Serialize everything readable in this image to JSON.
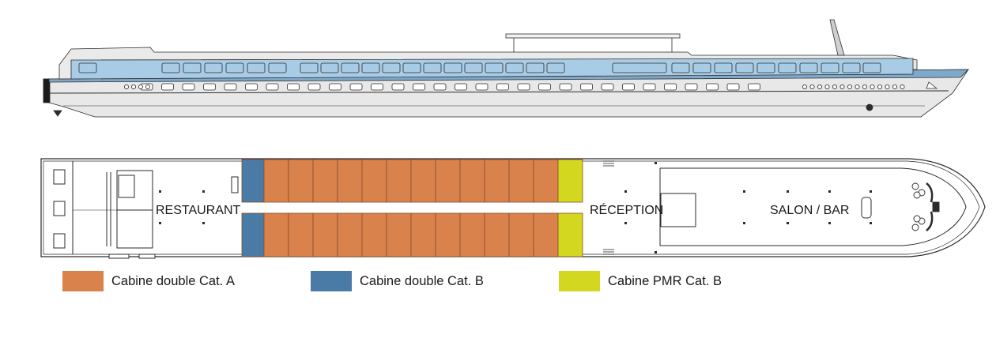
{
  "deck_plan": {
    "labels": {
      "restaurant": "RESTAURANT",
      "reception": "RÉCEPTION",
      "salon": "SALON / BAR"
    },
    "upper_row": [
      "B",
      "A",
      "A",
      "A",
      "A",
      "A",
      "A",
      "A",
      "A",
      "A",
      "A",
      "A",
      "A",
      "PMR"
    ],
    "lower_row": [
      "B",
      "A",
      "A",
      "A",
      "A",
      "A",
      "A",
      "A",
      "A",
      "A",
      "A",
      "A",
      "A",
      "PMR"
    ]
  },
  "legend": [
    {
      "key": "A",
      "label": "Cabine double Cat. A",
      "color": "#d9824c"
    },
    {
      "key": "B",
      "label": "Cabine double Cat. B",
      "color": "#4a7ba6"
    },
    {
      "key": "PMR",
      "label": "Cabine PMR Cat. B",
      "color": "#d4d71f"
    }
  ],
  "ship_colors": {
    "hull": "#e6e6e6",
    "glass": "#a9cce6",
    "deck_blue": "#7ea9cc",
    "outline": "#2b2b2b"
  }
}
